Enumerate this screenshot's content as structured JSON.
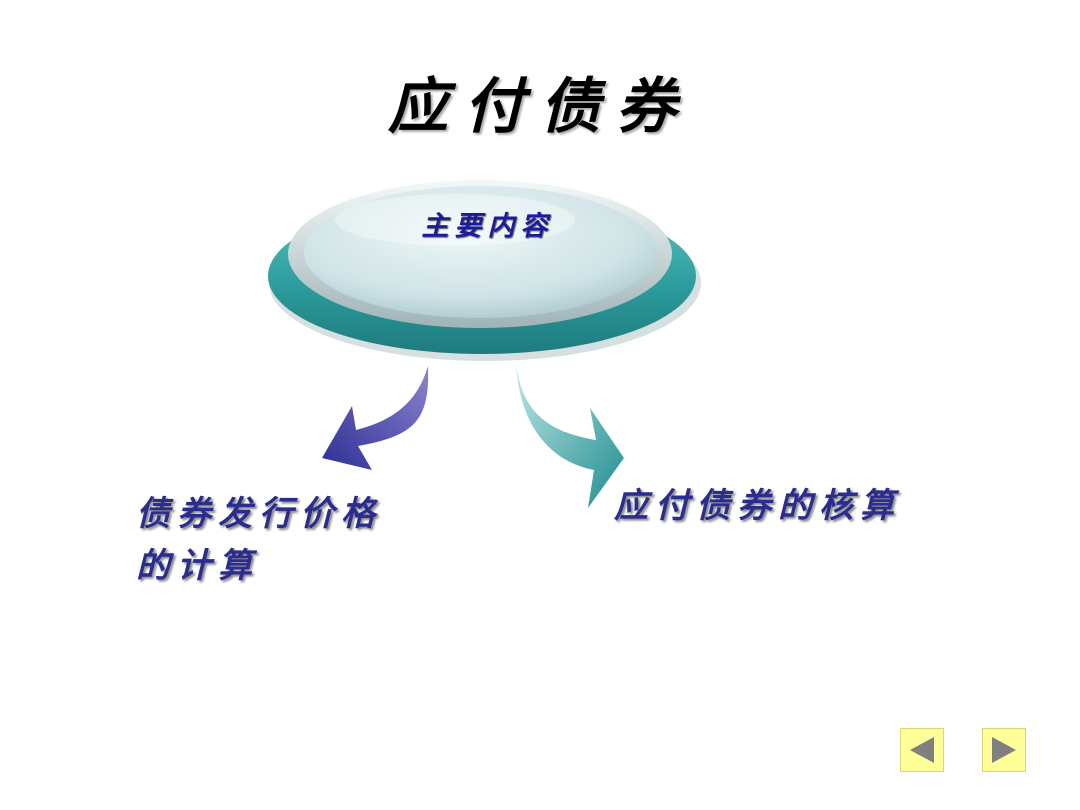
{
  "slide": {
    "title": "应付债券",
    "center_label": "主要内容",
    "branches": [
      {
        "label_line1": "债券发行价格",
        "label_line2": "的计算"
      },
      {
        "label_line1": "应付债券的核算"
      }
    ]
  },
  "nav": {
    "prev_icon": "triangle-left-icon",
    "next_icon": "triangle-right-icon"
  },
  "colors": {
    "title": "#000000",
    "label": "#2a2c8e",
    "disk_base": "#2a9a9a",
    "disk_top": "#cfe6ea",
    "arrow_left": "#3b3ba0",
    "arrow_right": "#2f9e9e",
    "nav_bg": "#ffff99",
    "nav_glyph": "#808080"
  }
}
